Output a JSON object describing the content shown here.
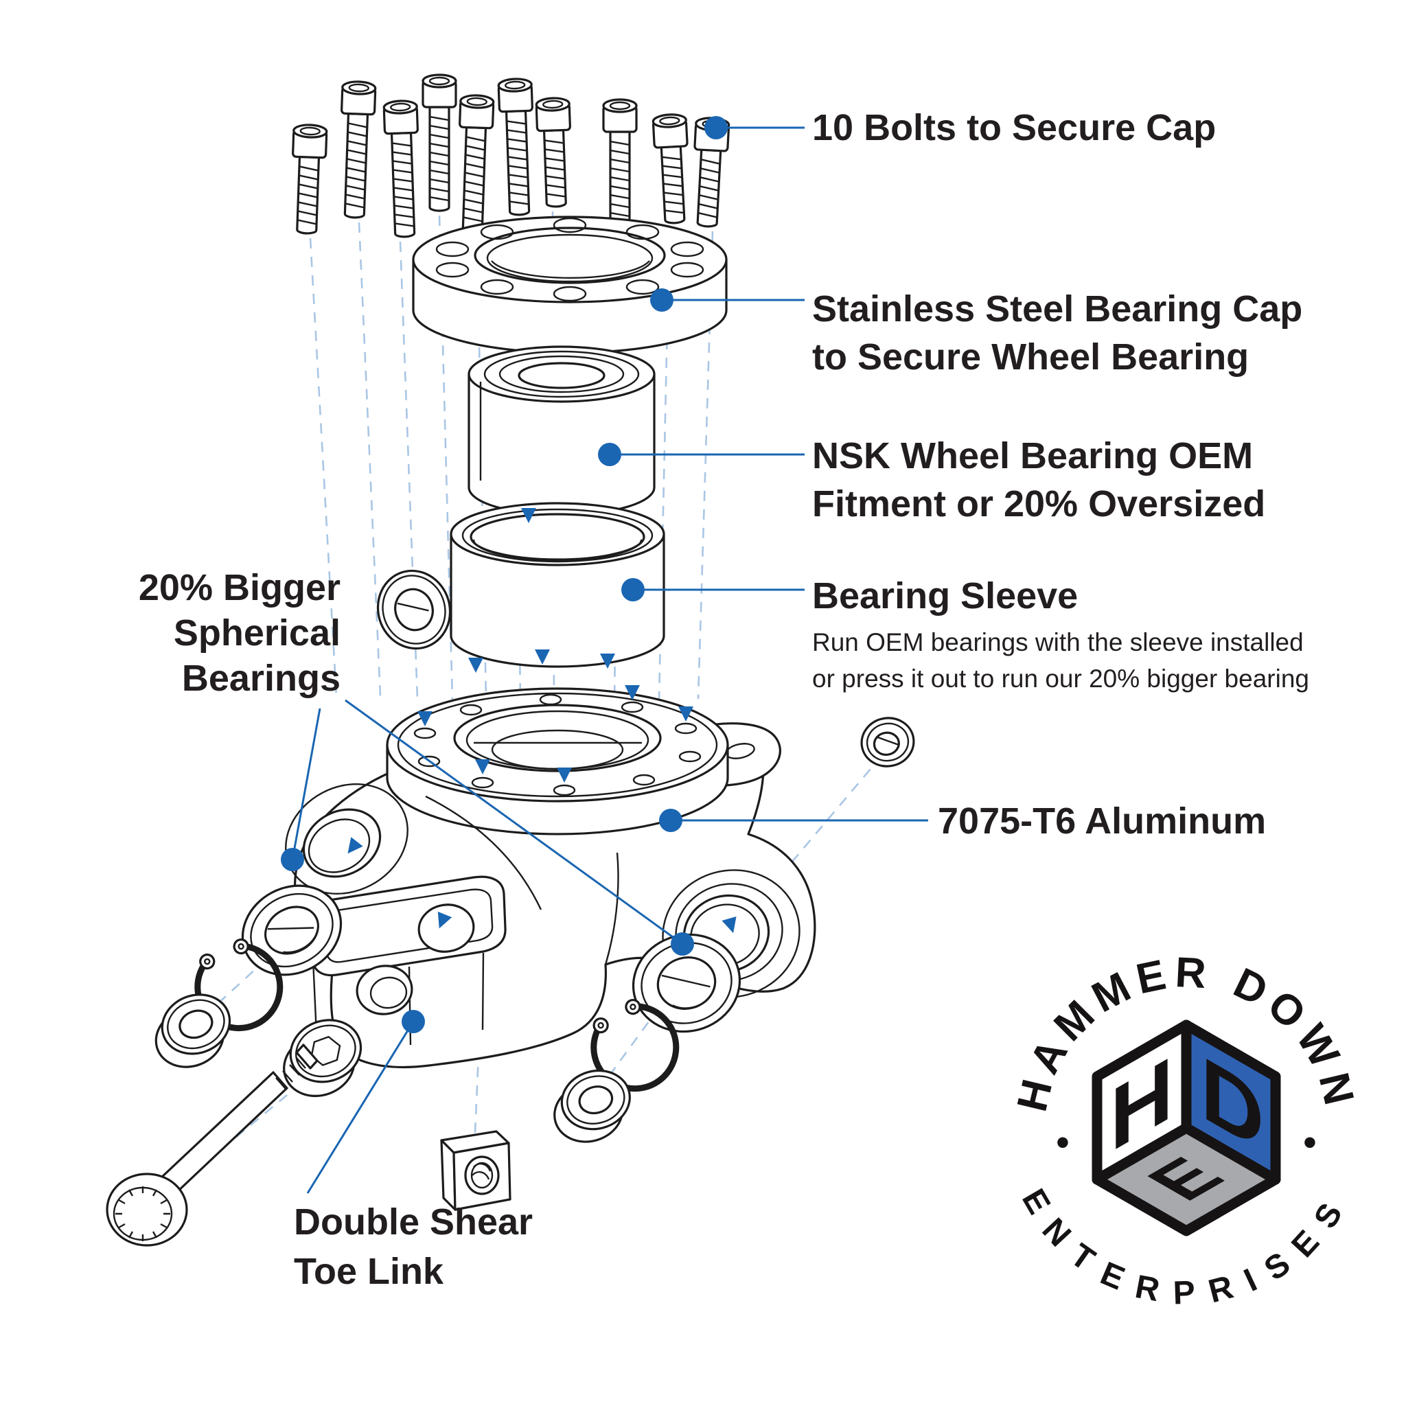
{
  "colors": {
    "background": "#ffffff",
    "line": "#1c1c1c",
    "annotation_blue": "#1a66b2",
    "dashed_blue": "#a9c6e4",
    "text": "#221e1f",
    "logo_blue": "#2e61b2",
    "logo_gray": "#a7a9ac",
    "logo_black": "#161314"
  },
  "labels": {
    "bolts": {
      "line1": "10 Bolts to Secure Cap"
    },
    "cap": {
      "line1": "Stainless Steel Bearing Cap",
      "line2": "to Secure Wheel Bearing"
    },
    "nsk": {
      "line1": "NSK Wheel Bearing OEM",
      "line2": "Fitment or 20% Oversized"
    },
    "sleeve": {
      "title": "Bearing Sleeve",
      "sub1": "Run OEM bearings with the sleeve installed",
      "sub2": "or press it out to run our 20% bigger bearing"
    },
    "aluminum": {
      "line1": "7075-T6 Aluminum"
    },
    "spherical": {
      "line1": "20% Bigger",
      "line2": "Spherical",
      "line3": "Bearings"
    },
    "toelink": {
      "line1": "Double Shear",
      "line2": "Toe Link"
    }
  },
  "logo": {
    "arc_top": "HAMMER DOWN",
    "arc_bottom": "ENTERPRISES",
    "bullet_left": "•",
    "bullet_right": "•",
    "cube": {
      "left": "H",
      "right": "D",
      "bottom": "E"
    }
  }
}
